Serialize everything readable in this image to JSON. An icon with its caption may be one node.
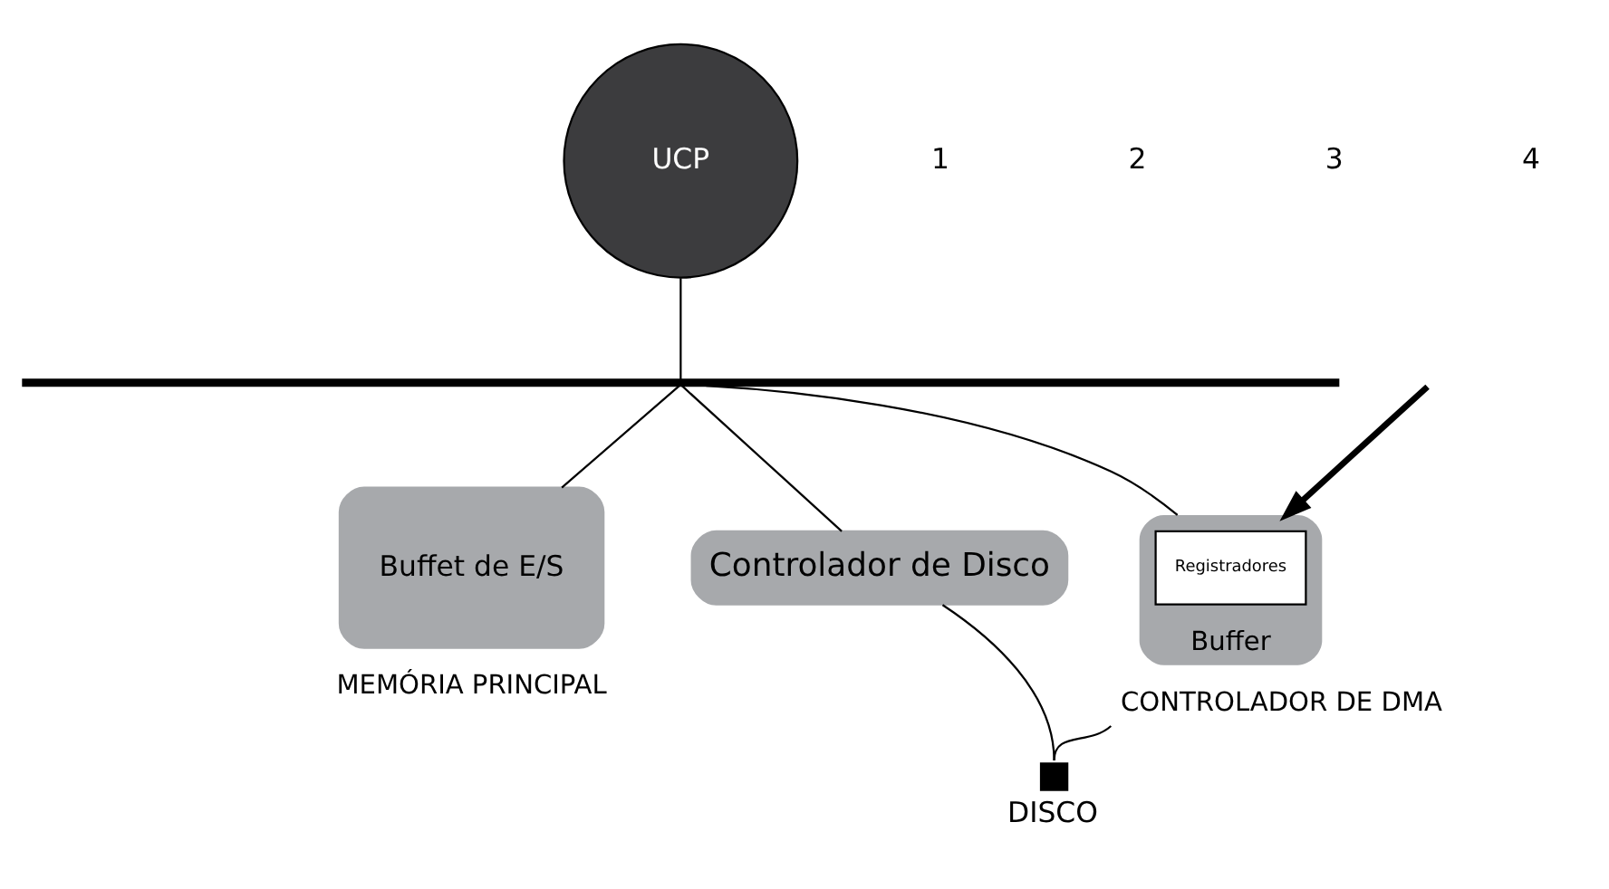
{
  "diagram": {
    "nodes": [
      {
        "text": [
          "UCP"
        ]
      },
      {
        "text": [],
        "shape": "bar"
      },
      {
        "text": [
          "Buffet de E/S"
        ],
        "beside": [
          "MEMÓRIA PRINCIPAL"
        ]
      },
      {
        "text": [
          "Buffer"
        ],
        "beside": [
          "CONTROLADOR DE DMA"
        ]
      },
      {
        "text": [
          "Registradores"
        ],
        "in": 3
      },
      {
        "text": [
          "Controlador de Disco"
        ]
      },
      {
        "text": [],
        "shape": "box",
        "beside": [
          "DISCO"
        ]
      }
    ],
    "edges": [
      {
        "from": 0,
        "to": 1,
        "arrow": "none"
      },
      {
        "from": 1,
        "to": 2,
        "arrow": "none"
      },
      {
        "from": 1,
        "to": 3,
        "arrow": "none"
      },
      {
        "from": 1,
        "to": 5,
        "arrow": "none"
      },
      {
        "from": 5,
        "to": 6,
        "arrow": "none"
      },
      {
        "from": 3,
        "to": 6,
        "arrow": "none"
      },
      {
        "from": null,
        "to": 3,
        "arrow": "to",
        "style": "thick"
      }
    ],
    "labels": [
      "1",
      "2",
      "3",
      "4"
    ]
  }
}
